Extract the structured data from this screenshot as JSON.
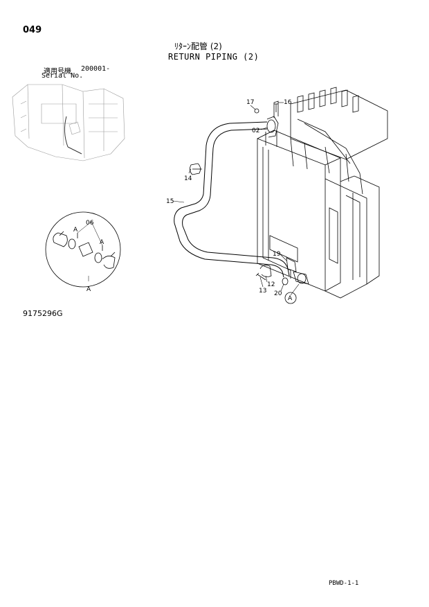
{
  "page_number": "049",
  "title_jp": "ﾘﾀｰﾝ配管 (2)",
  "title_en": "RETURN PIPING (2)",
  "serial": {
    "label_jp": "適用号機",
    "label_en": "Serial No.",
    "value": "200001-"
  },
  "figure_id": "9175296G",
  "footer_code": "PBWD-1-1",
  "callouts": {
    "c17": "17",
    "c16": "16",
    "c02": "02",
    "c14": "14",
    "c15": "15",
    "c19": "19",
    "c12": "12",
    "c13": "13",
    "c20": "20",
    "ref_a": "A",
    "detail_06": "06",
    "detail_a1": "A",
    "detail_a2": "A",
    "detail_a3": "A"
  }
}
